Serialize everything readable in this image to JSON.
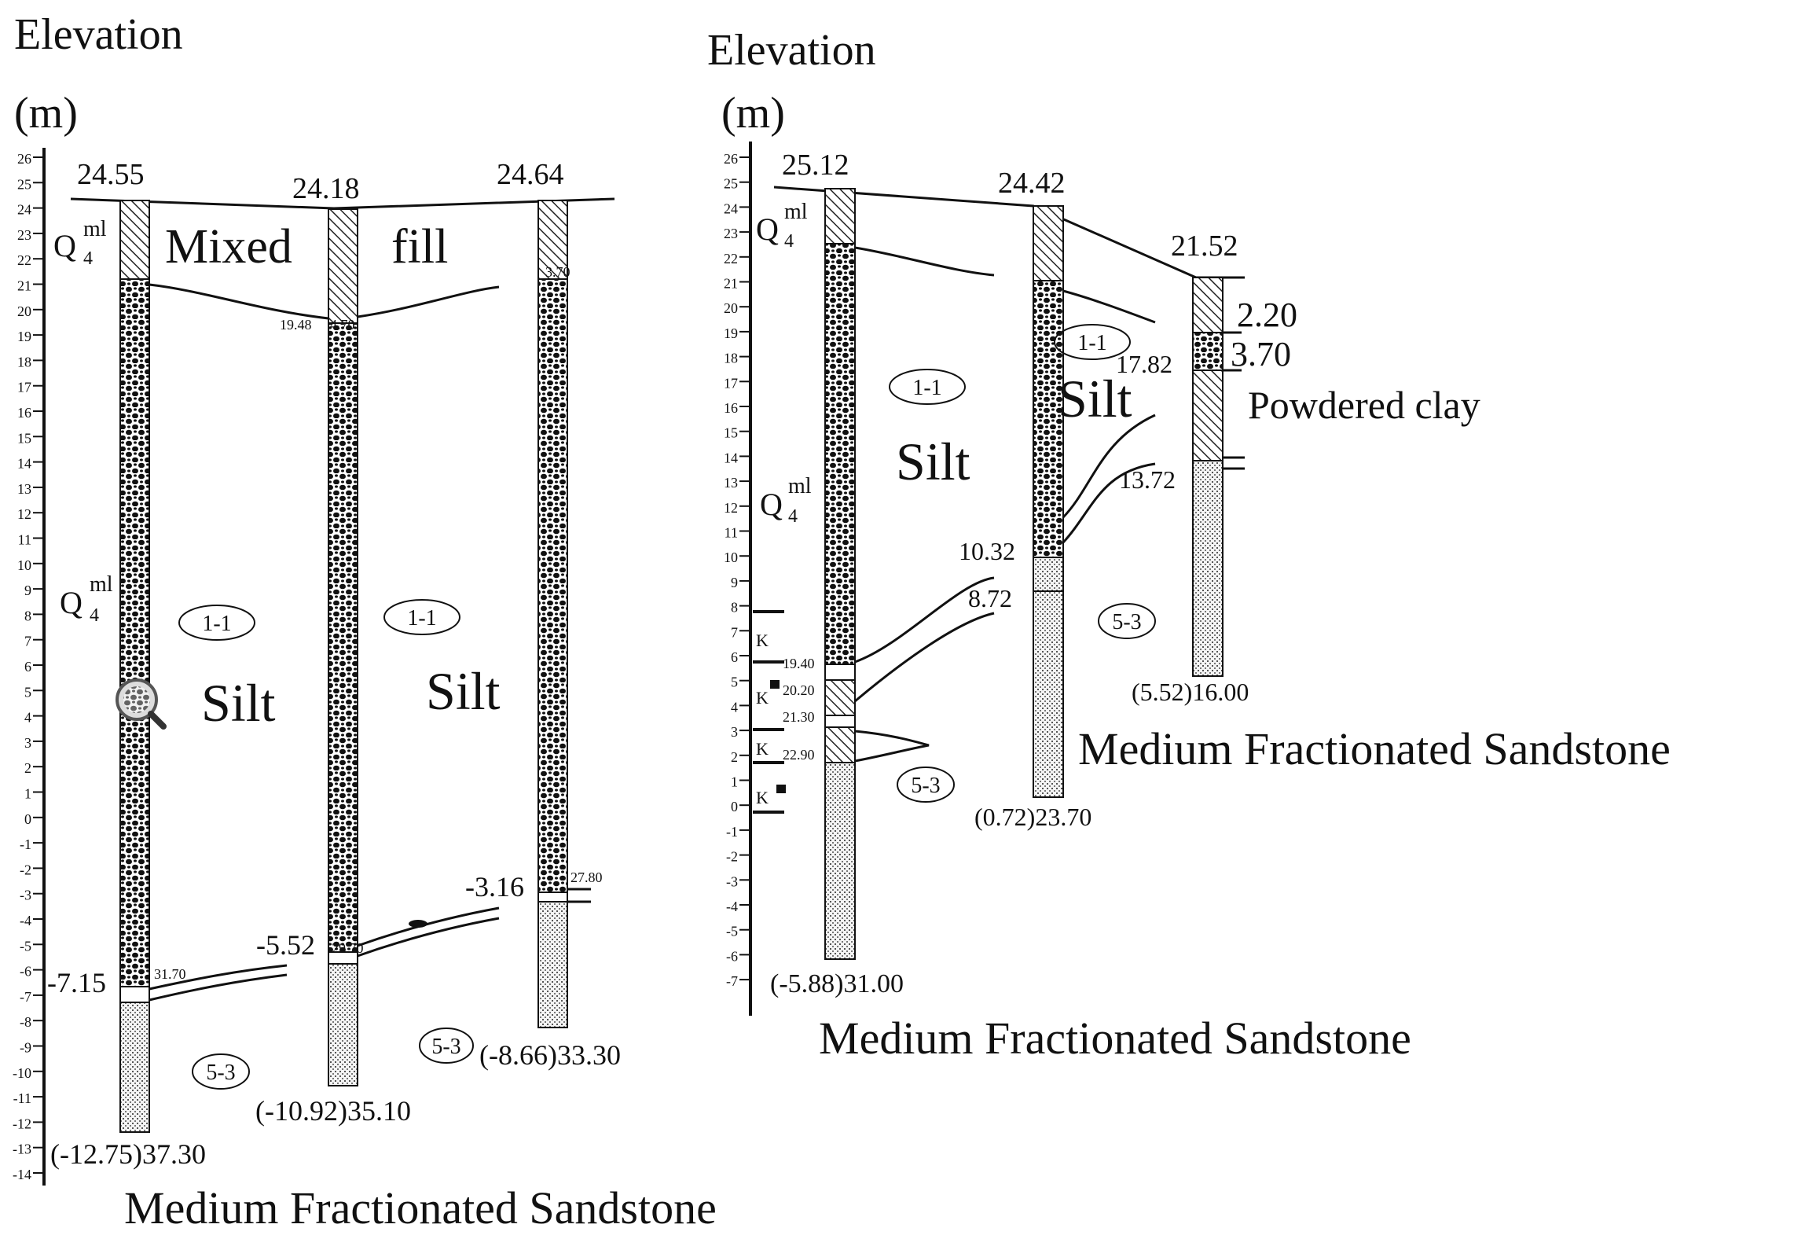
{
  "left_panel": {
    "elevation_label": "Elevation",
    "unit_label": "(m)",
    "scale_ticks": [
      "26",
      "25",
      "24",
      "23",
      "22",
      "21",
      "20",
      "19",
      "18",
      "17",
      "16",
      "15",
      "14",
      "13",
      "12",
      "11",
      "10",
      "9",
      "8",
      "7",
      "6",
      "5",
      "4",
      "3",
      "2",
      "1",
      "0",
      "-1",
      "-2",
      "-3",
      "-4",
      "-5",
      "-6",
      "-7",
      "-8",
      "-9",
      "-10",
      "-11",
      "-12",
      "-13",
      "-14"
    ],
    "boreholes": [
      {
        "top_elevation": "24.55",
        "bottom_label": "(-12.75)37.30",
        "contact_label": "-7.15",
        "contact_small": "31.70"
      },
      {
        "top_elevation": "24.18",
        "bottom_label": "(-10.92)35.10",
        "contact_label": "-5.52",
        "contact_small": "29.70",
        "fill_small": "19.48",
        "fill_small_b": "4.70"
      },
      {
        "top_elevation": "24.64",
        "bottom_label": "(-8.66)33.30",
        "contact_label": "-3.16",
        "contact_small": "27.80",
        "fill_small": "3.70"
      }
    ],
    "geology_symbol_1": "Q",
    "geology_symbol_sup": "ml",
    "geology_symbol_sub": "4",
    "mixed_label": "Mixed",
    "fill_label": "fill",
    "layer_1_tag": "1-1",
    "layer_5_tag": "5-3",
    "silt_label": "Silt",
    "bottom_caption": "Medium Fractionated Sandstone"
  },
  "right_panel": {
    "elevation_label": "Elevation",
    "unit_label": "(m)",
    "scale_ticks": [
      "26",
      "25",
      "24",
      "23",
      "22",
      "21",
      "20",
      "19",
      "18",
      "17",
      "16",
      "15",
      "14",
      "13",
      "12",
      "11",
      "10",
      "9",
      "8",
      "7",
      "6",
      "5",
      "4",
      "3",
      "2",
      "1",
      "0",
      "-1",
      "-2",
      "-3",
      "-4",
      "-5",
      "-6",
      "-7"
    ],
    "boreholes": [
      {
        "top_elevation": "25.12",
        "bottom_label": "(-5.88)31.00",
        "interval_labels": [
          "19.40",
          "20.20",
          "21.30",
          "22.90"
        ],
        "k_mark": "K"
      },
      {
        "top_elevation": "24.42",
        "bottom_label": "(0.72)23.70",
        "contact_labels": [
          "10.32",
          "8.72"
        ]
      },
      {
        "top_elevation": "21.52",
        "bottom_label": "(5.52)16.00",
        "layer_labels": [
          "2.20",
          "3.70",
          "17.82",
          "13.72"
        ]
      }
    ],
    "powdered_clay_label": "Powdered clay",
    "medium_caption_mid": "Medium Fractionated Sandstone",
    "bottom_caption": "Medium Fractionated Sandstone"
  },
  "zoom_icon": "magnifier-icon"
}
